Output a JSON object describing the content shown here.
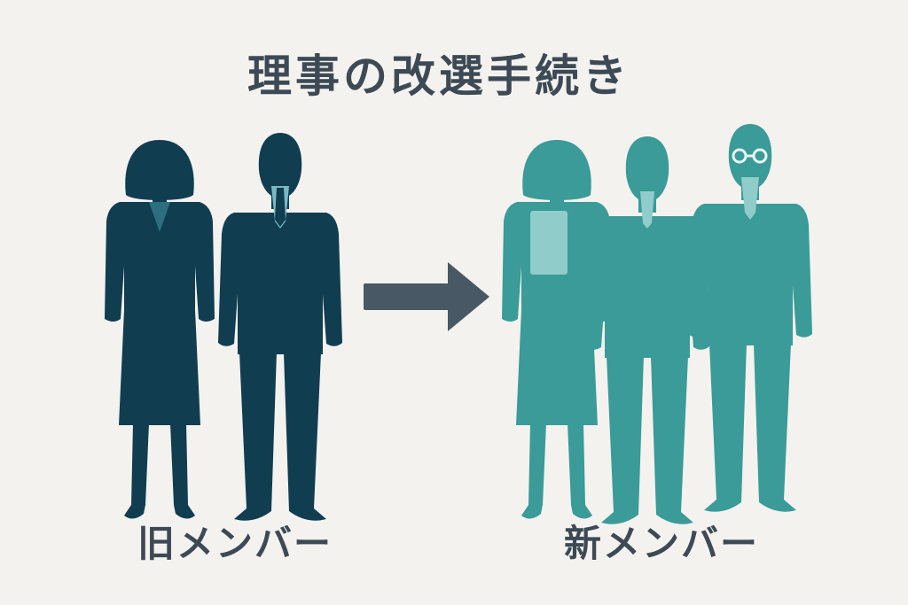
{
  "title": "理事の改選手続き",
  "groups": {
    "old": {
      "label": "旧メンバー",
      "members": 2
    },
    "new": {
      "label": "新メンバー",
      "members": 3
    }
  },
  "colors": {
    "old_members": "#113d50",
    "new_members": "#3a9b98",
    "arrow": "#485865",
    "text": "#3d4a55",
    "background": "#f3f2ef"
  },
  "icons": {
    "arrow": "right-arrow-icon",
    "person": "person-silhouette-icon"
  }
}
